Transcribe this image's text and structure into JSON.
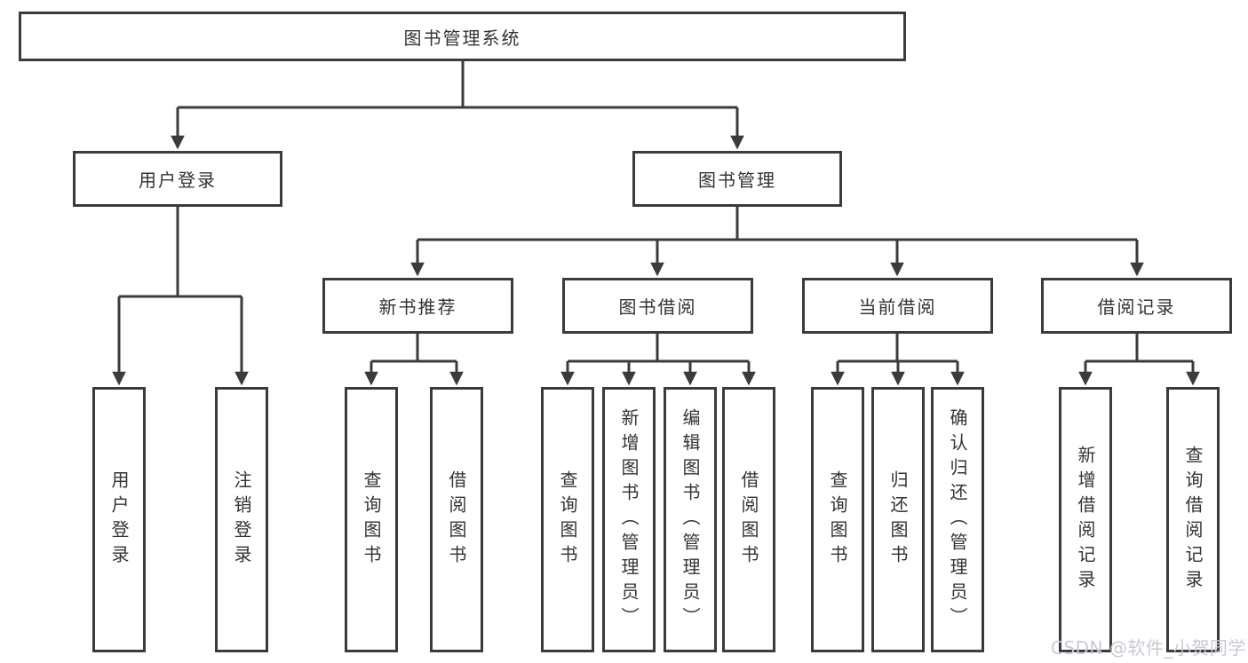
{
  "tree": {
    "root": "图书管理系统",
    "level2": [
      "用户登录",
      "图书管理"
    ],
    "level3": [
      "新书推荐",
      "图书借阅",
      "当前借阅",
      "借阅记录"
    ],
    "leaves_user": [
      "用户登录",
      "注销登录"
    ],
    "leaves_new": [
      "查询图书",
      "借阅图书"
    ],
    "leaves_borrow": [
      "查询图书",
      "新增图书（管理员）",
      "编辑图书（管理员）",
      "借阅图书"
    ],
    "leaves_current": [
      "查询图书",
      "归还图书",
      "确认归还（管理员）"
    ],
    "leaves_record": [
      "新增借阅记录",
      "查询借阅记录"
    ]
  },
  "watermark": "CSDN @软件_小贺同学",
  "colors": {
    "line": "#3b3b3b",
    "text": "#333333",
    "background": "#ffffff",
    "watermark": "#c7cad3"
  }
}
